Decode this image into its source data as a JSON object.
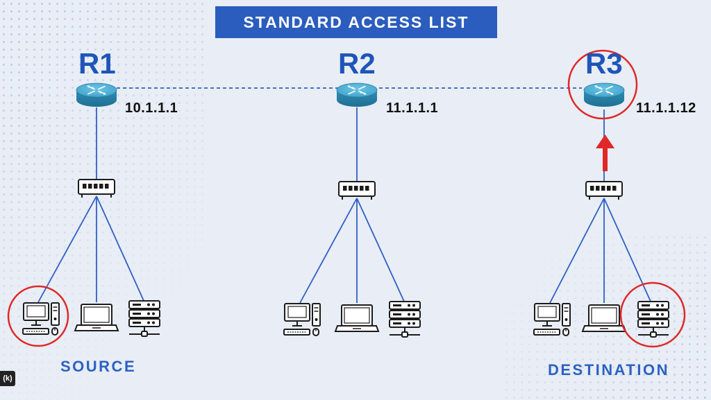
{
  "title": "STANDARD ACCESS LIST",
  "routers": [
    {
      "label": "R1",
      "ip": "10.1.1.1"
    },
    {
      "label": "R2",
      "ip": "11.1.1.1"
    },
    {
      "label": "R3",
      "ip": "11.1.1.12"
    }
  ],
  "labels": {
    "source": "SOURCE",
    "destination": "DESTINATION"
  },
  "corner_tag": "(k)",
  "colors": {
    "accent": "#2b5dbe",
    "link": "#2f5fc4",
    "highlight": "#e02828",
    "background": "#e8edf6"
  }
}
